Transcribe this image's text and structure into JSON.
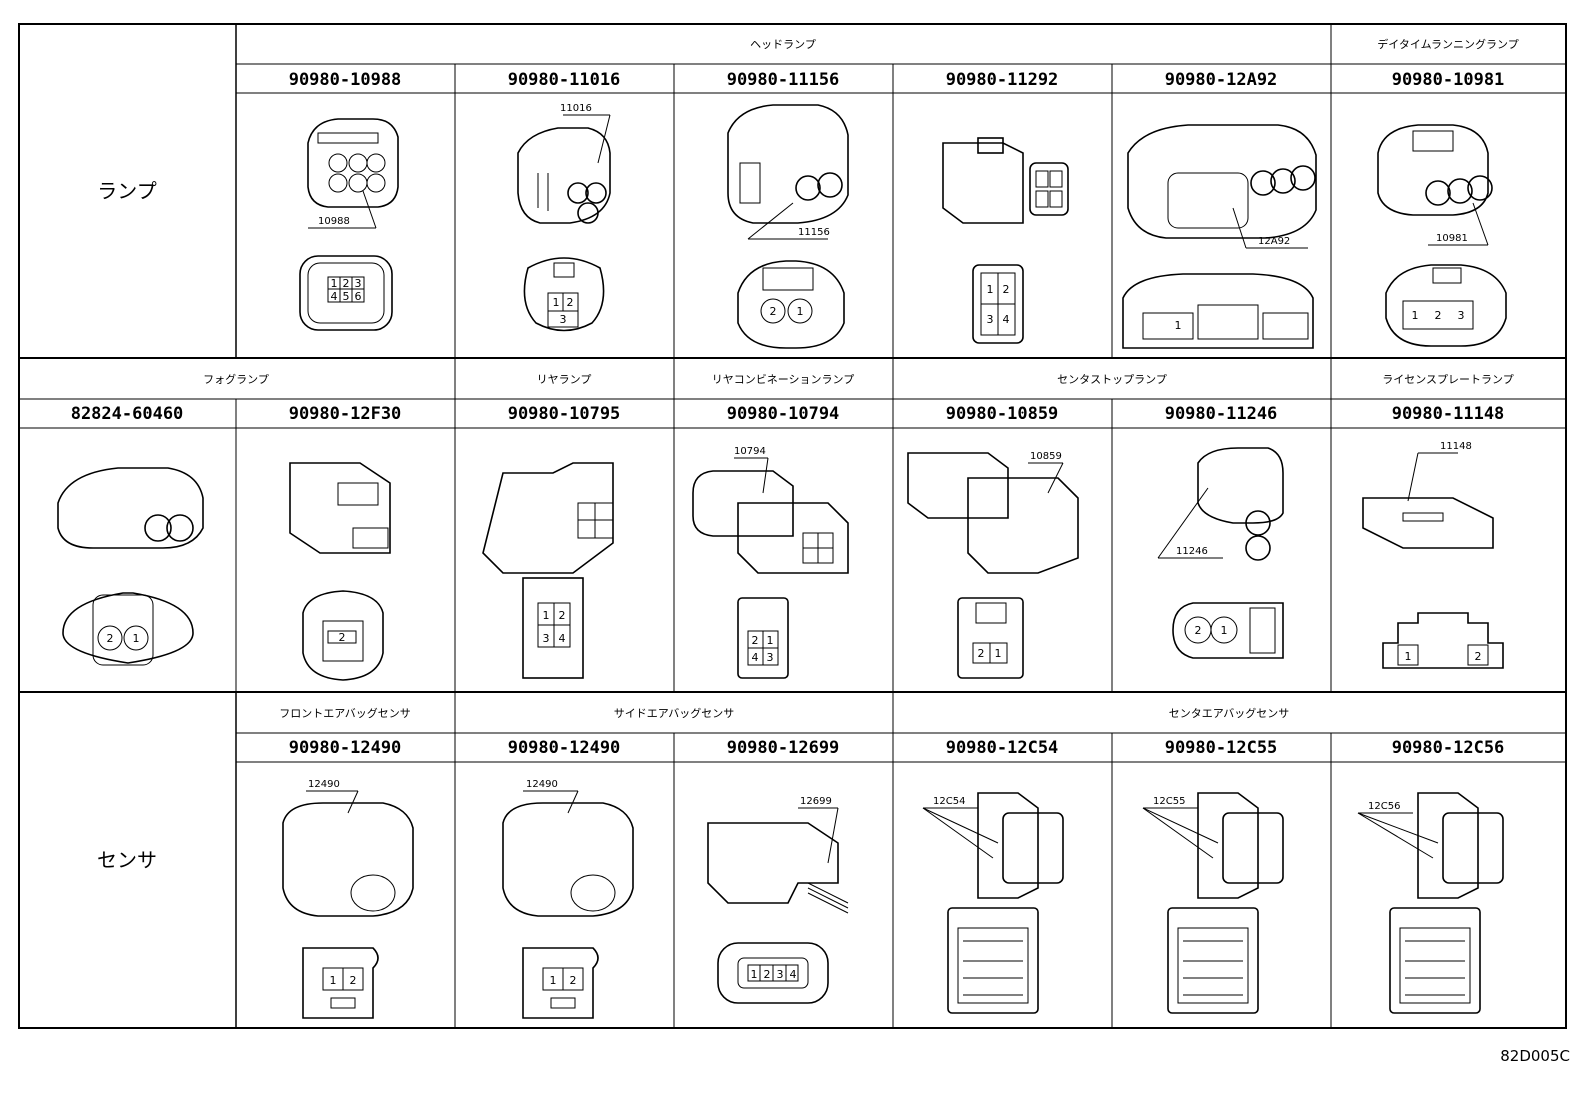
{
  "code": "82D005C",
  "categories": {
    "lamp": "ランプ",
    "sensor": "センサ"
  },
  "row1": {
    "groups": [
      "ヘッドランプ",
      "デイタイムランニングランプ"
    ],
    "parts": [
      "90980-10988",
      "90980-11016",
      "90980-11156",
      "90980-11292",
      "90980-12A92",
      "90980-10981"
    ],
    "refs": [
      "10988",
      "11016",
      "11156",
      "",
      "12A92",
      "10981"
    ]
  },
  "row2": {
    "groups": [
      "フォグランプ",
      "リヤランプ",
      "リヤコンビネーションランプ",
      "センタストップランプ",
      "ライセンスプレートランプ"
    ],
    "parts": [
      "82824-60460",
      "90980-12F30",
      "90980-10795",
      "90980-10794",
      "90980-10859",
      "90980-11246",
      "90980-11148"
    ],
    "refs": [
      "",
      "",
      "",
      "10794",
      "10859",
      "11246",
      "11148"
    ]
  },
  "row3": {
    "groups": [
      "フロントエアバッグセンサ",
      "サイドエアバッグセンサ",
      "センタエアバッグセンサ"
    ],
    "parts": [
      "90980-12490",
      "90980-12490",
      "90980-12699",
      "90980-12C54",
      "90980-12C55",
      "90980-12C56"
    ],
    "refs": [
      "12490",
      "12490",
      "12699",
      "12C54",
      "12C55",
      "12C56"
    ]
  },
  "pins": {
    "six": [
      "1",
      "2",
      "3",
      "4",
      "5",
      "6"
    ],
    "one": "1",
    "two": "2",
    "three": "3",
    "four": "4"
  }
}
